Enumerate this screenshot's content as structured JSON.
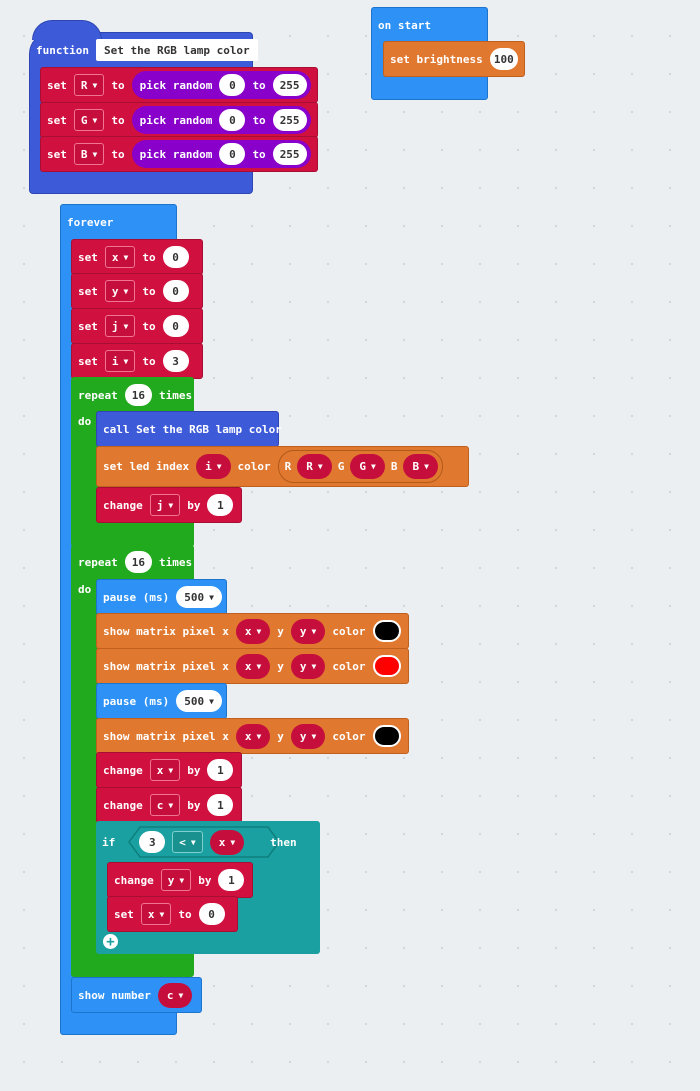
{
  "function_block": {
    "keyword": "function",
    "name": "Set the RGB lamp color",
    "rows": [
      {
        "set": "set",
        "var": "R",
        "to": "to",
        "pick": "pick random",
        "min": "0",
        "to2": "to",
        "max": "255"
      },
      {
        "set": "set",
        "var": "G",
        "to": "to",
        "pick": "pick random",
        "min": "0",
        "to2": "to",
        "max": "255"
      }
    ],
    "row_b": {
      "set": "set",
      "var": "B",
      "to": "to",
      "pick": "pick random",
      "min": "0",
      "to2": "to",
      "max": "255"
    }
  },
  "on_start": {
    "label": "on start",
    "set_brightness": "set brightness",
    "value": "100"
  },
  "forever": {
    "label": "forever",
    "sets": [
      {
        "set": "set",
        "var": "x",
        "to": "to",
        "value": "0"
      },
      {
        "set": "set",
        "var": "y",
        "to": "to",
        "value": "0"
      },
      {
        "set": "set",
        "var": "j",
        "to": "to",
        "value": "0"
      },
      {
        "set": "set",
        "var": "i",
        "to": "to",
        "value": "3"
      }
    ],
    "repeat1": {
      "repeat": "repeat",
      "count": "16",
      "times": "times",
      "do": "do",
      "call": "call Set the RGB lamp color",
      "led": {
        "label": "set led index",
        "index": "i",
        "color": "color",
        "r": "R",
        "rvar": "R",
        "g": "G",
        "gvar": "G",
        "b": "B",
        "bvar": "B"
      },
      "change": {
        "label": "change",
        "var": "j",
        "by": "by",
        "value": "1"
      }
    },
    "repeat2": {
      "repeat": "repeat",
      "count": "16",
      "times": "times",
      "do": "do",
      "pause1": {
        "label": "pause (ms)",
        "value": "500"
      },
      "pixel1": {
        "label": "show matrix pixel x",
        "x": "x",
        "y_label": "y",
        "y": "y",
        "color": "color",
        "swatch": "#000000"
      },
      "pixel2": {
        "label": "show matrix pixel x",
        "x": "x",
        "y_label": "y",
        "y": "y",
        "color": "color",
        "swatch": "#ff0000"
      },
      "pause2": {
        "label": "pause (ms)",
        "value": "500"
      },
      "pixel3": {
        "label": "show matrix pixel x",
        "x": "x",
        "y_label": "y",
        "y": "y",
        "color": "color",
        "swatch": "#000000"
      },
      "change_x": {
        "label": "change",
        "var": "x",
        "by": "by",
        "value": "1"
      },
      "change_c": {
        "label": "change",
        "var": "c",
        "by": "by",
        "value": "1"
      },
      "if": {
        "label": "if",
        "left": "3",
        "op": "<",
        "right": "x",
        "then": "then",
        "change_y": {
          "label": "change",
          "var": "y",
          "by": "by",
          "value": "1"
        },
        "set_x": {
          "label": "set",
          "var": "x",
          "to": "to",
          "value": "0"
        }
      }
    },
    "show_number": {
      "label": "show number",
      "var": "c"
    }
  }
}
